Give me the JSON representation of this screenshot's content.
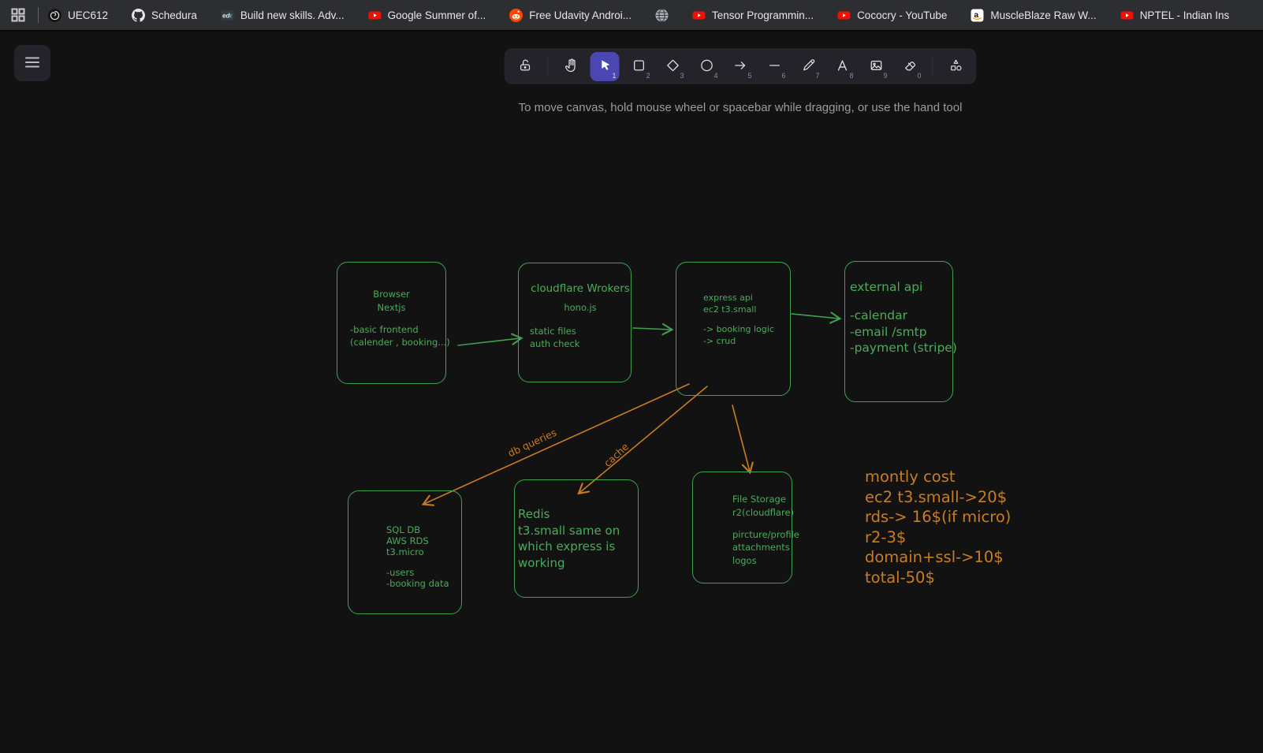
{
  "bookmarks_bar": {
    "items": [
      {
        "label": "UEC612",
        "icon": "spiral"
      },
      {
        "label": "Schedura",
        "icon": "github"
      },
      {
        "label": "Build new skills. Adv...",
        "icon": "edx"
      },
      {
        "label": "Google Summer of...",
        "icon": "youtube"
      },
      {
        "label": "Free Udavity Androi...",
        "icon": "reddit"
      },
      {
        "label": "",
        "icon": "globe"
      },
      {
        "label": "Tensor Programmin...",
        "icon": "youtube"
      },
      {
        "label": "Cococry - YouTube",
        "icon": "youtube"
      },
      {
        "label": "MuscleBlaze Raw W...",
        "icon": "amazon"
      },
      {
        "label": "NPTEL - Indian Ins",
        "icon": "youtube"
      }
    ]
  },
  "toolbar": {
    "tools": [
      {
        "name": "lock",
        "shortcut": ""
      },
      {
        "name": "hand",
        "shortcut": ""
      },
      {
        "name": "selection",
        "shortcut": "1",
        "active": true
      },
      {
        "name": "rectangle",
        "shortcut": "2"
      },
      {
        "name": "diamond",
        "shortcut": "3"
      },
      {
        "name": "ellipse",
        "shortcut": "4"
      },
      {
        "name": "arrow",
        "shortcut": "5"
      },
      {
        "name": "line",
        "shortcut": "6"
      },
      {
        "name": "draw",
        "shortcut": "7"
      },
      {
        "name": "text",
        "shortcut": "8"
      },
      {
        "name": "image",
        "shortcut": "9"
      },
      {
        "name": "eraser",
        "shortcut": "0"
      },
      {
        "name": "shapes",
        "shortcut": ""
      }
    ]
  },
  "hint": "To move canvas, hold mouse wheel or spacebar while dragging, or use the hand tool",
  "canvas": {
    "colors": {
      "accent": "#4a47b1",
      "stroke_green": "#3fa24e",
      "stroke_orange": "#cb7c1e",
      "background": "#121212"
    },
    "boxes": [
      {
        "id": "browser",
        "lines": [
          "Browser",
          "Nextjs",
          "",
          "-basic frontend",
          "(calender , booking...)"
        ]
      },
      {
        "id": "cloudflare-workers",
        "lines": [
          "cloudflare Wrokers",
          "hono.js",
          "static files",
          "auth check"
        ]
      },
      {
        "id": "express-api",
        "lines": [
          "express api",
          "ec2 t3.small",
          "",
          "-> booking logic",
          "-> crud"
        ]
      },
      {
        "id": "external-api",
        "lines": [
          "external api",
          "",
          "-calendar",
          "-email /smtp",
          "-payment (stripe)"
        ]
      },
      {
        "id": "sql-db",
        "lines": [
          "SQL DB",
          "AWS RDS",
          "t3.micro",
          "",
          "-users",
          "-booking data"
        ]
      },
      {
        "id": "redis",
        "lines": [
          "Redis",
          "t3.small same on",
          " which express is",
          "working"
        ]
      },
      {
        "id": "file-storage",
        "lines": [
          "File Storage",
          "r2(cloudflare)",
          "",
          "pircture/profile",
          "attachments",
          "logos"
        ]
      }
    ],
    "arrow_labels": {
      "db_queries": "db queries",
      "cache": "cache"
    },
    "note": {
      "lines": [
        "montly cost",
        "ec2 t3.small->20$",
        "rds-> 16$(if micro)",
        "r2-3$",
        "domain+ssl->10$",
        "total-50$"
      ]
    }
  }
}
